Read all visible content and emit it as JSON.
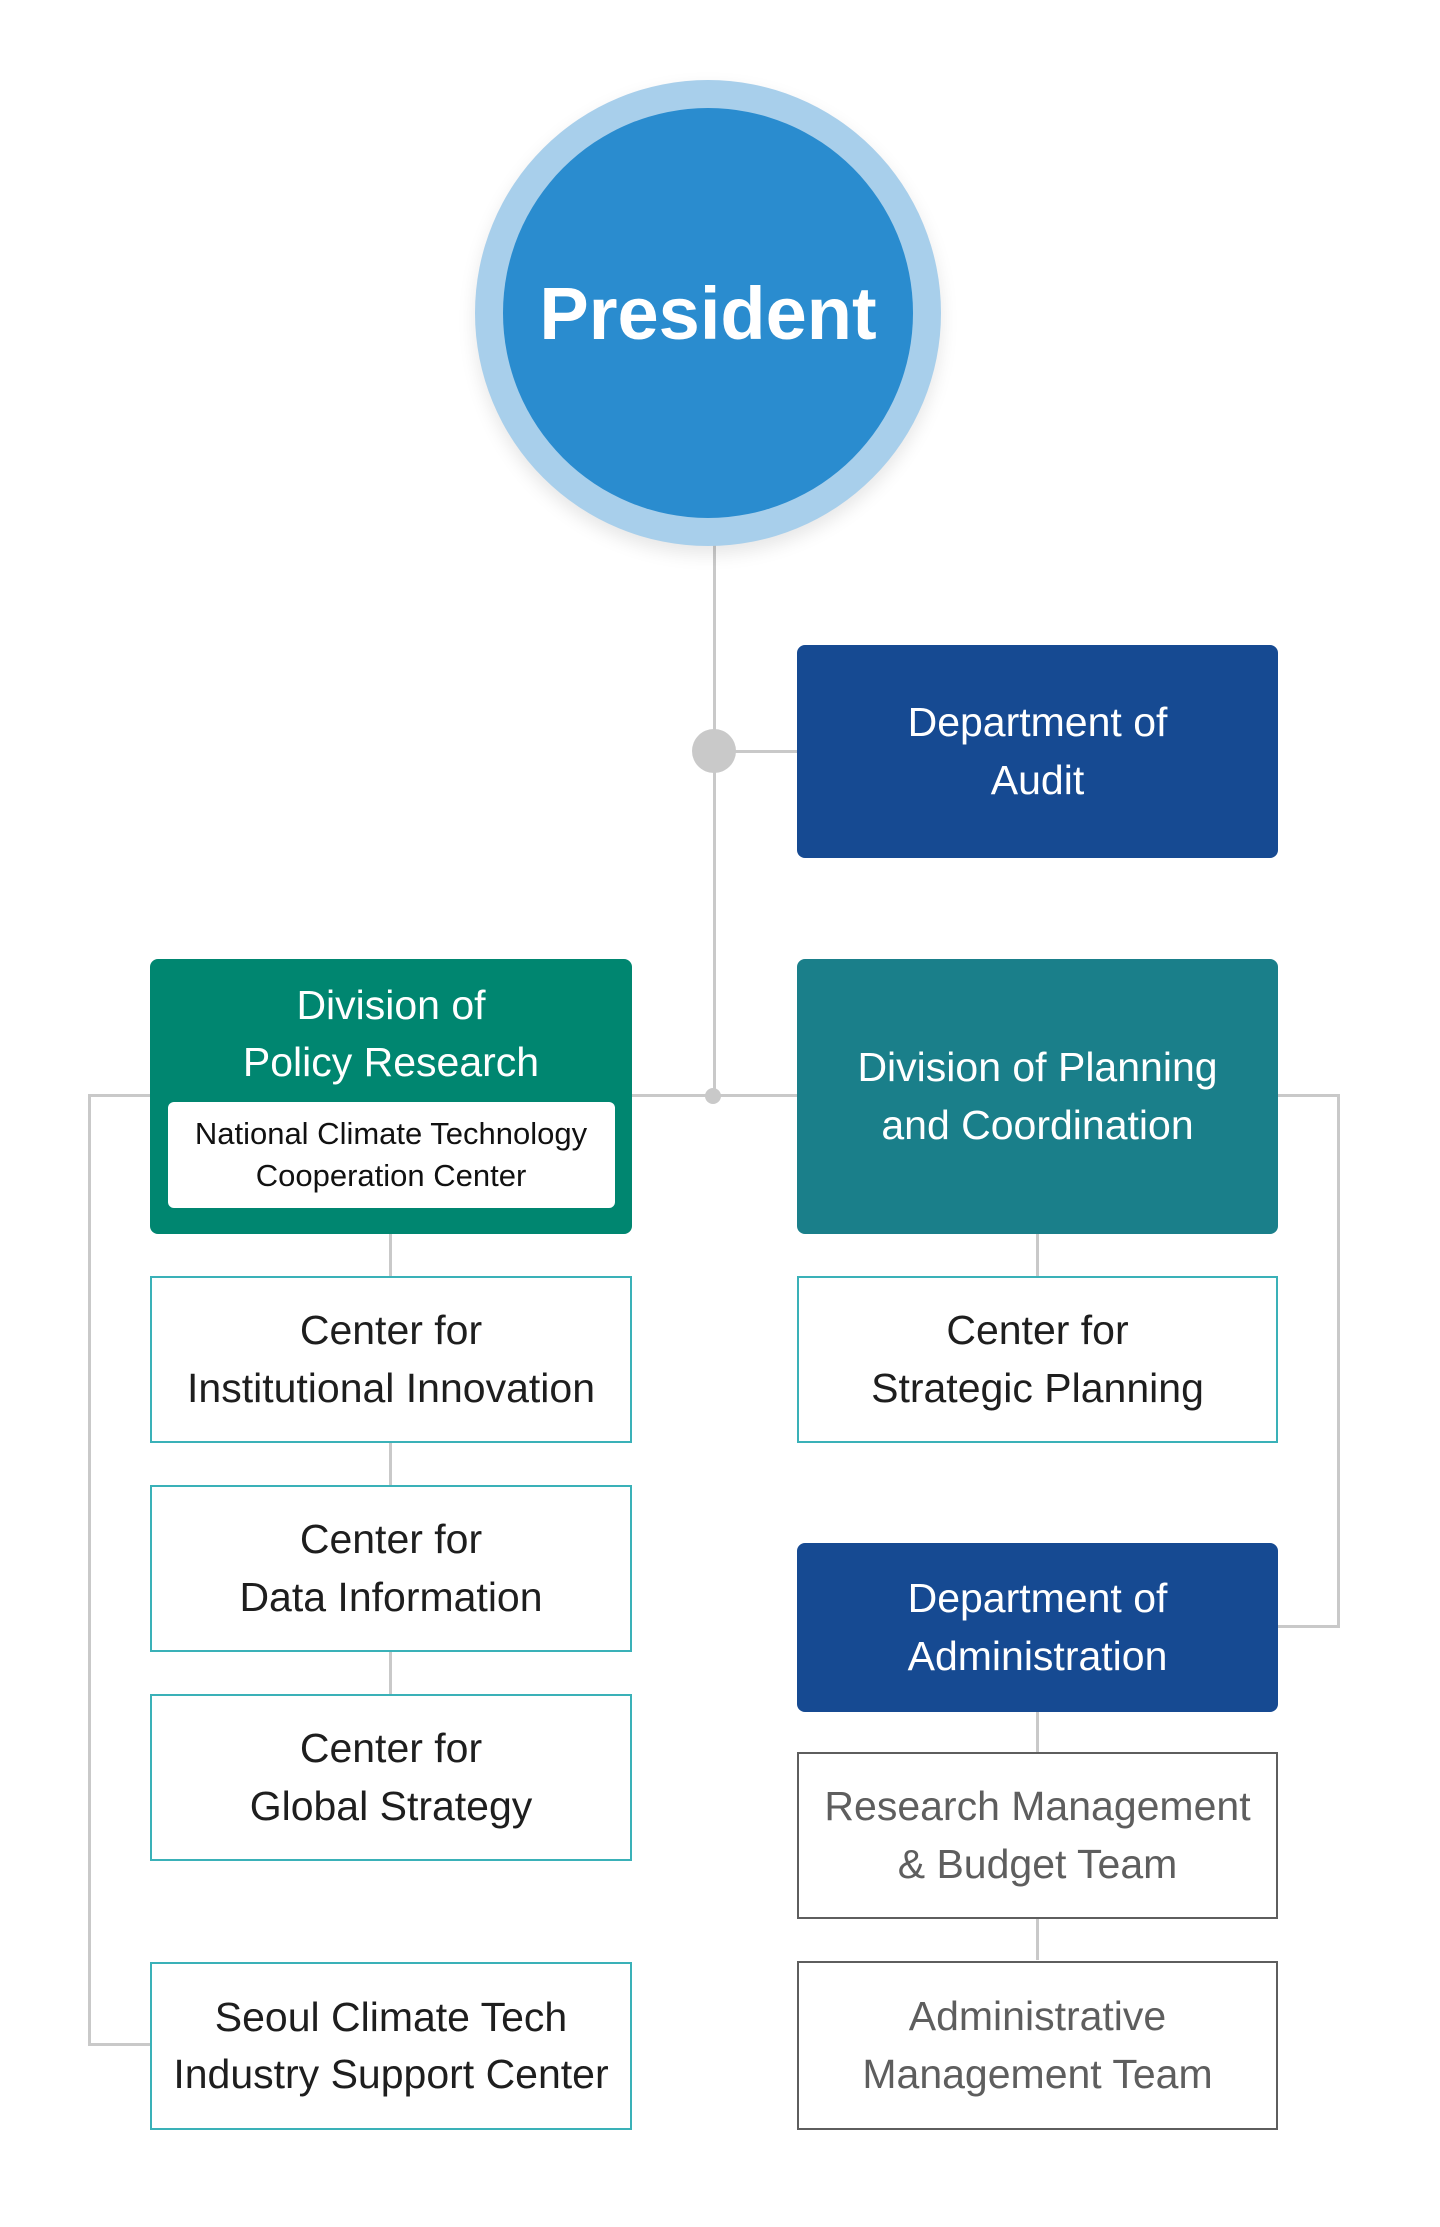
{
  "president": {
    "label": "President"
  },
  "audit": {
    "line1": "Department of",
    "line2": "Audit"
  },
  "policy_research": {
    "line1": "Division of",
    "line2": "Policy Research",
    "sub": {
      "line1": "National Climate Technology",
      "line2": "Cooperation Center"
    }
  },
  "planning": {
    "line1": "Division of Planning",
    "line2": "and Coordination"
  },
  "institutional": {
    "line1": "Center for",
    "line2": "Institutional Innovation"
  },
  "data_info": {
    "line1": "Center for",
    "line2": "Data Information"
  },
  "global_strategy": {
    "line1": "Center for",
    "line2": "Global Strategy"
  },
  "seoul": {
    "line1": "Seoul Climate Tech",
    "line2": "Industry Support Center"
  },
  "strategic_planning": {
    "line1": "Center for",
    "line2": "Strategic Planning"
  },
  "administration": {
    "line1": "Department of",
    "line2": "Administration"
  },
  "research_mgmt": {
    "line1": "Research Management",
    "line2": "& Budget Team"
  },
  "admin_mgmt": {
    "line1": "Administrative",
    "line2": "Management Team"
  },
  "colors": {
    "president_inner": "#2a8ccf",
    "president_ring": "#a8cfeb",
    "dark_blue": "#164a92",
    "teal": "#1a7f8a",
    "green": "#008670",
    "outline_teal": "#3ab1b8",
    "outline_gray": "#5e5e5e",
    "connector": "#c9c9c9"
  }
}
